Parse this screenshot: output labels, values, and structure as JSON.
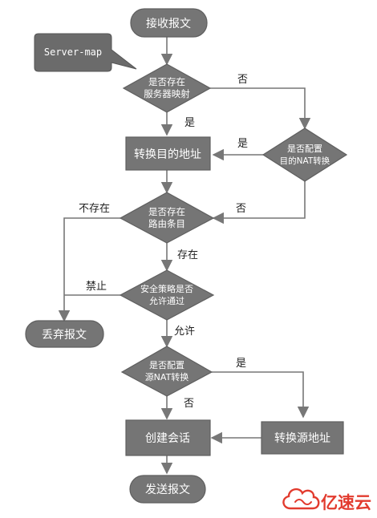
{
  "flowchart": {
    "colors": {
      "node_fill": "#757575",
      "node_stroke": "#5f5f5f",
      "arrow": "#777777",
      "callout_fill": "#6b6b6b"
    },
    "nodes": {
      "receive": "接收报文",
      "server_map_exists_1": "是否存在",
      "server_map_exists_2": "服务器映射",
      "dest_nat_1": "是否配置",
      "dest_nat_2": "目的NAT转换",
      "translate_dest": "转换目的地址",
      "route_exists_1": "是否存在",
      "route_exists_2": "路由条目",
      "policy_1": "安全策略是否",
      "policy_2": "允许通过",
      "discard": "丢弃报文",
      "source_nat_1": "是否配置",
      "source_nat_2": "源NAT转换",
      "translate_source": "转换源地址",
      "create_session": "创建会话",
      "send": "发送报文"
    },
    "callout": "Server-map",
    "edge_labels": {
      "map_no": "否",
      "map_yes": "是",
      "dnat_yes": "是",
      "dnat_no": "否",
      "route_not_exist": "不存在",
      "route_exist": "存在",
      "policy_deny": "禁止",
      "policy_allow": "允许",
      "snat_yes": "是",
      "snat_no": "否"
    }
  },
  "watermark": {
    "brand": "亿速云",
    "logo_icon": "cloud-logo-icon"
  }
}
